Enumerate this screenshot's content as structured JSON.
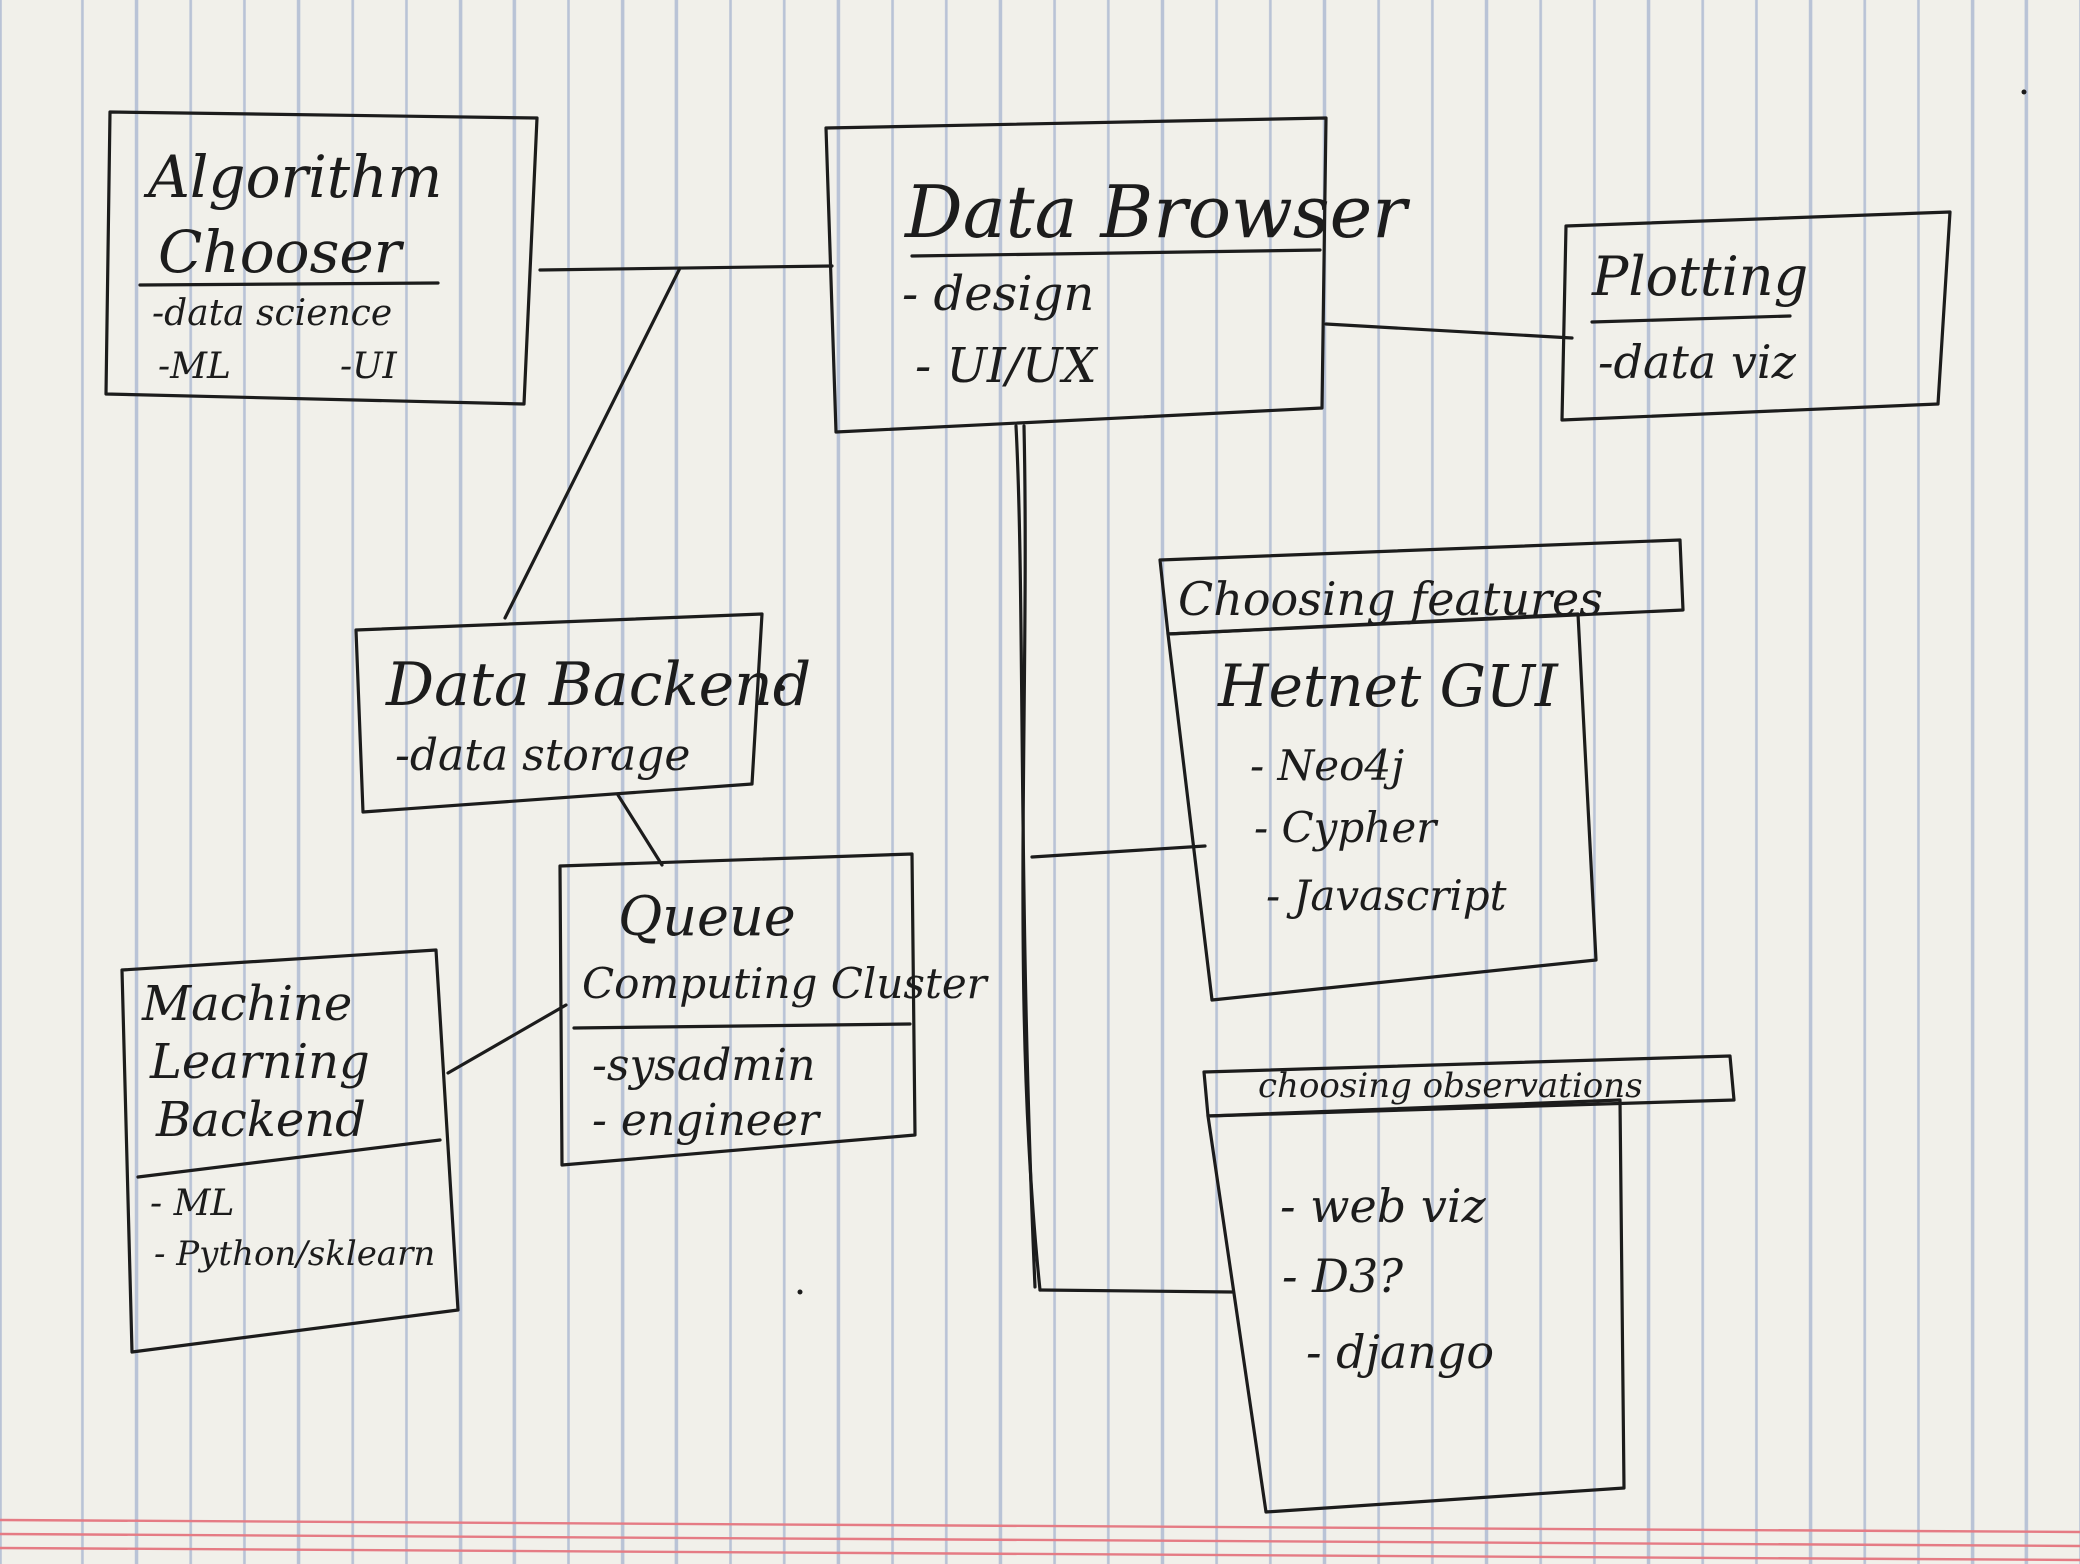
{
  "nodes": {
    "algorithm_chooser": {
      "title_line1": "Algorithm",
      "title_line2": "Chooser",
      "items": [
        "-data science",
        "-ML",
        "-UI"
      ]
    },
    "data_browser": {
      "title": "Data Browser",
      "items": [
        "- design",
        "- UI/UX"
      ]
    },
    "plotting": {
      "title": "Plotting",
      "items": [
        "-data viz"
      ]
    },
    "data_backend": {
      "title": "Data Backend",
      "items": [
        "-data storage"
      ]
    },
    "queue_cluster": {
      "title_line1": "Queue",
      "title_line2": "Computing Cluster",
      "items": [
        "-sysadmin",
        "- engineer"
      ]
    },
    "ml_backend": {
      "title_line1": "Machine",
      "title_line2": "Learning",
      "title_line3": "Backend",
      "items": [
        "- ML",
        "- Python/sklearn"
      ]
    },
    "choosing_features": {
      "label": "Choosing features",
      "title": "Hetnet GUI",
      "items": [
        "- Neo4j",
        "- Cypher",
        "- Javascript"
      ]
    },
    "choosing_observations": {
      "label": "choosing observations",
      "items": [
        "- web viz",
        "- D3?",
        "- django"
      ]
    }
  },
  "colors": {
    "ink": "#1c1c1c",
    "paper": "#f1f0ea",
    "rule_blue": "#b9c3d6",
    "margin_red": "#e57b84"
  }
}
